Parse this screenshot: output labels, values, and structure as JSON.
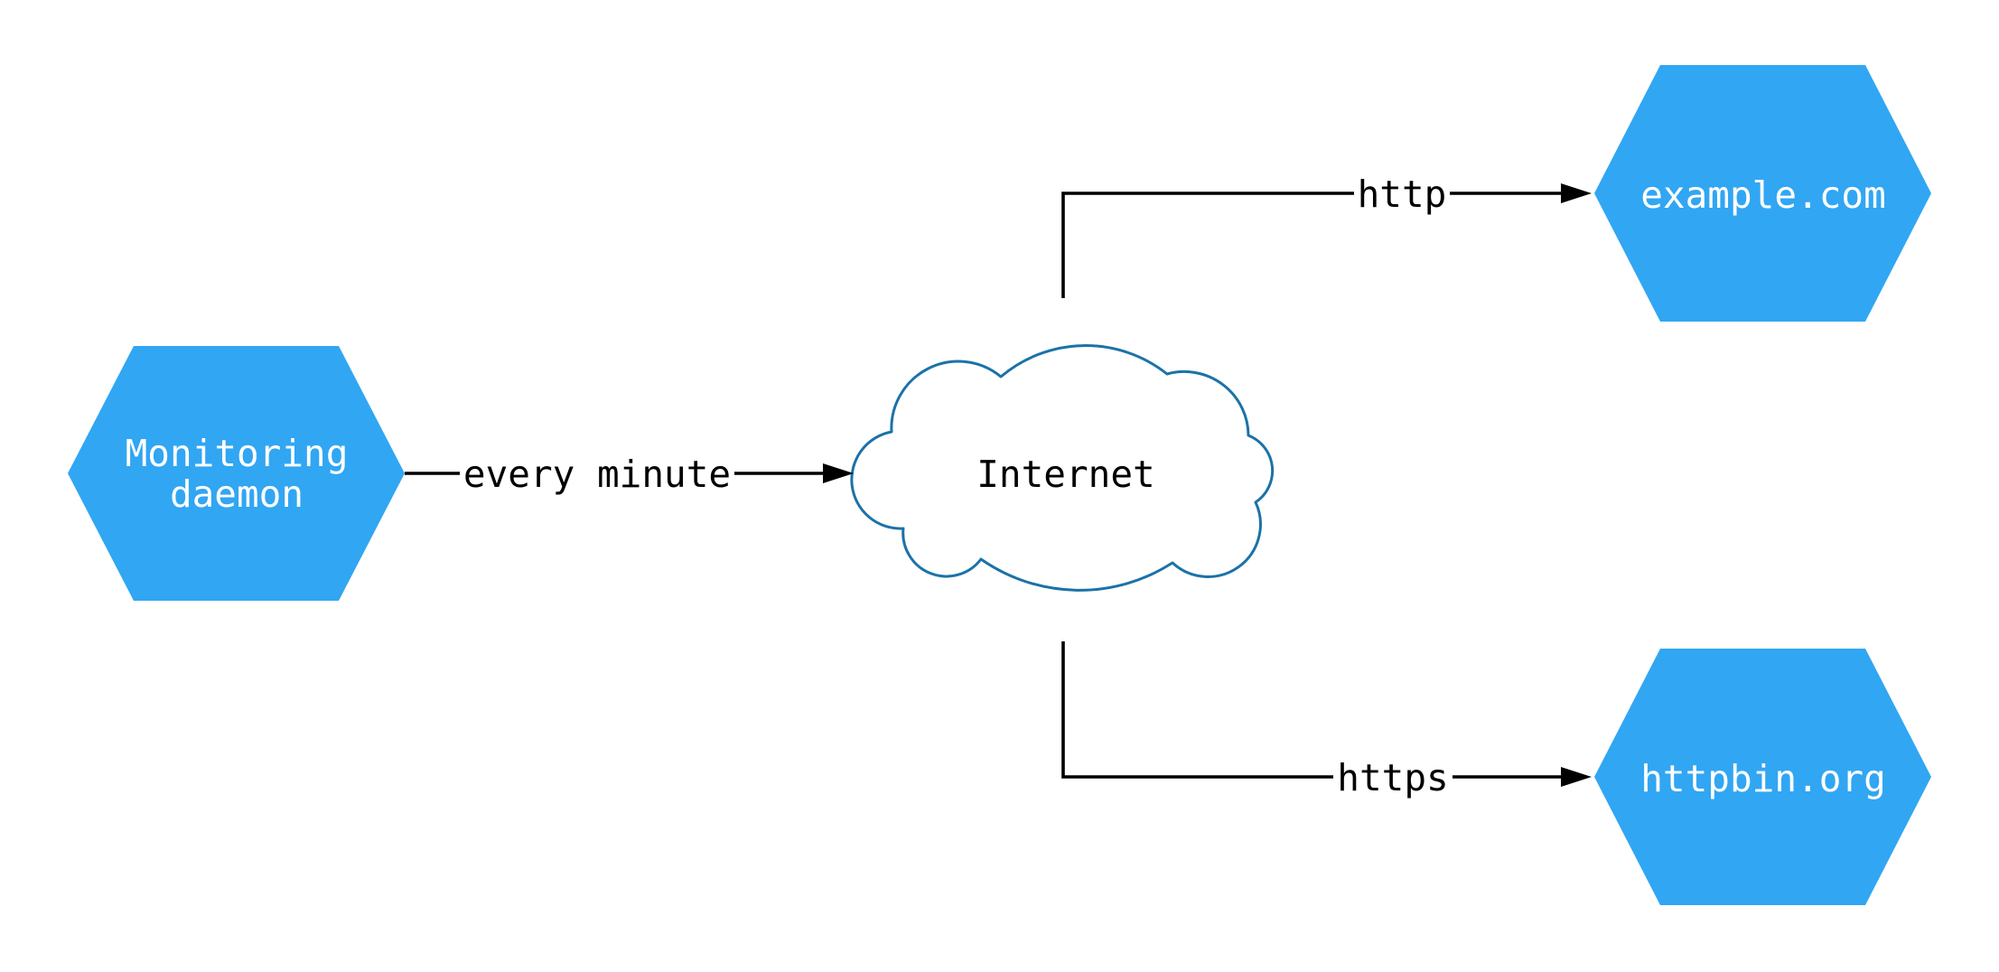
{
  "diagram": {
    "type": "flowchart",
    "nodes": [
      {
        "id": "monitoring-daemon",
        "shape": "hexagon",
        "label": "Monitoring daemon",
        "lines": [
          "Monitoring",
          "daemon"
        ]
      },
      {
        "id": "internet",
        "shape": "cloud",
        "label": "Internet"
      },
      {
        "id": "example-com",
        "shape": "hexagon",
        "label": "example.com"
      },
      {
        "id": "httpbin-org",
        "shape": "hexagon",
        "label": "httpbin.org"
      }
    ],
    "edges": [
      {
        "from": "monitoring-daemon",
        "to": "internet",
        "label": "every minute"
      },
      {
        "from": "internet",
        "to": "example-com",
        "label": "http"
      },
      {
        "from": "internet",
        "to": "httpbin-org",
        "label": "https"
      }
    ],
    "colors": {
      "background": "#ffffff",
      "node_fill": "#31a6f3",
      "node_text": "#ffffff",
      "cloud_fill": "#ffffff",
      "cloud_stroke": "#1b72a8",
      "edge": "#000000",
      "label_text": "#000000"
    }
  }
}
